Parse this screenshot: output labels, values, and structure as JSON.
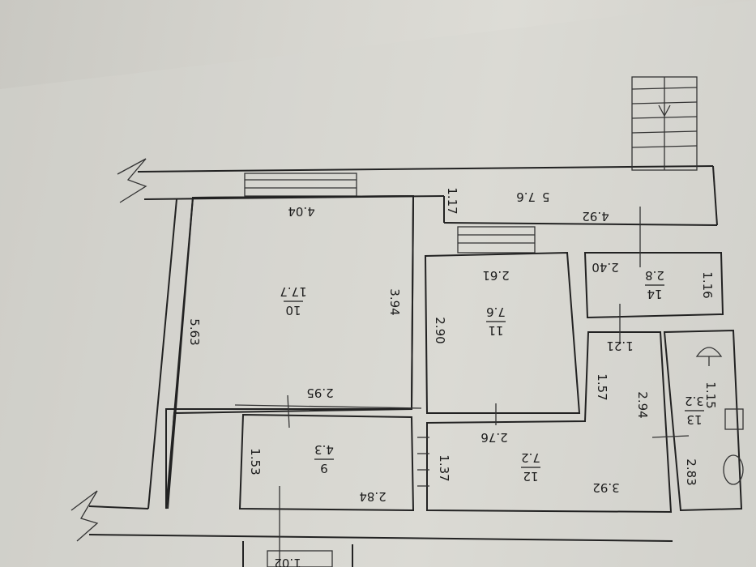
{
  "rooms": [
    {
      "id": "room-10",
      "number": "10",
      "area": "17.7"
    },
    {
      "id": "room-11",
      "number": "11",
      "area": "7.6"
    },
    {
      "id": "room-9",
      "number": "9",
      "area": "4.3"
    },
    {
      "id": "room-12",
      "number": "12",
      "area": "7.2"
    },
    {
      "id": "room-14",
      "number": "14",
      "area": "2.8"
    },
    {
      "id": "room-13",
      "number": "13",
      "area": "3.2"
    },
    {
      "id": "corridor",
      "number": "5",
      "area": "7.6"
    }
  ],
  "dimensions": {
    "room10_top": "4.04",
    "room10_right": "3.94",
    "room10_left": "5.63",
    "room10_bottom": "2.95",
    "room11_top": "2.61",
    "room11_left": "2.90",
    "room11_bottom": "2.76",
    "room9_left": "1.53",
    "room9_bottom": "2.84",
    "room12_left": "1.37",
    "room12_bottom": "3.92",
    "room12_right": "2.94",
    "room12_step": "1.57",
    "room12_top": "1.21",
    "room14_left": "2.40",
    "room14_right": "1.16",
    "corridor_left": "1.17",
    "corridor_bottom": "4.92",
    "room13_top": "1.15",
    "room13_right": "2.83",
    "partial_bottom": "1.02"
  }
}
